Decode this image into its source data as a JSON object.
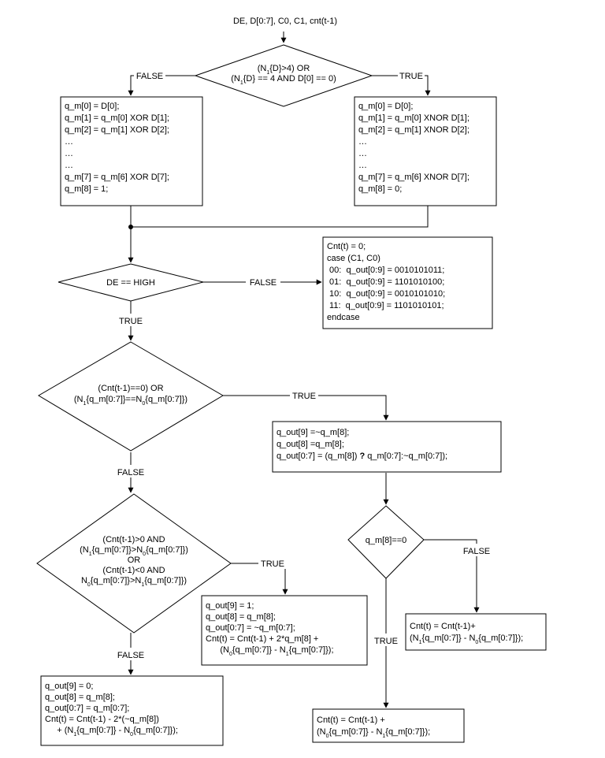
{
  "input_label": "DE, D[0:7], C0, C1, cnt(t-1)",
  "decision1": {
    "lines": [
      [
        {
          "t": "(N"
        },
        {
          "t": "1",
          "sub": true
        },
        {
          "t": "{D}>4) OR"
        }
      ],
      [
        {
          "t": "(N"
        },
        {
          "t": "1",
          "sub": true
        },
        {
          "t": "{D} == 4 AND D[0] == 0)"
        }
      ]
    ],
    "false_label": "FALSE",
    "true_label": "TRUE"
  },
  "box_xor": {
    "lines": [
      "q_m[0] = D[0];",
      "q_m[1] = q_m[0] XOR D[1];",
      "q_m[2] = q_m[1] XOR D[2];",
      "…",
      "…",
      "…",
      "q_m[7] = q_m[6] XOR D[7];",
      "q_m[8] = 1;"
    ]
  },
  "box_xnor": {
    "lines": [
      "q_m[0] = D[0];",
      "q_m[1] = q_m[0] XNOR D[1];",
      "q_m[2] = q_m[1] XNOR D[2];",
      "…",
      "…",
      "…",
      "q_m[7] = q_m[6] XNOR D[7];",
      "q_m[8] = 0;"
    ]
  },
  "decision_de": {
    "label": "DE == HIGH",
    "false_label": "FALSE",
    "true_label": "TRUE"
  },
  "box_control": {
    "lines": [
      "Cnt(t) = 0;",
      "case (C1, C0)",
      " 00:  q_out[0:9] = 0010101011;",
      " 01:  q_out[0:9] = 1101010100;",
      " 10:  q_out[0:9] = 0010101010;",
      " 11:  q_out[0:9] = 1101010101;",
      "endcase"
    ]
  },
  "decision2": {
    "lines": [
      [
        {
          "t": "(Cnt(t-1)==0) OR"
        }
      ],
      [
        {
          "t": "(N"
        },
        {
          "t": "1",
          "sub": true
        },
        {
          "t": "{q_m[0:7]}==N"
        },
        {
          "t": "0",
          "sub": true
        },
        {
          "t": "{q_m[0:7]})"
        }
      ]
    ],
    "true_label": "TRUE",
    "false_label": "FALSE"
  },
  "box_eq": {
    "lines": [
      [
        {
          "t": "q_out[9] =~q_m[8];"
        }
      ],
      [
        {
          "t": "q_out[8] =q_m[8];"
        }
      ],
      [
        {
          "t": "q_out[0:7] = (q_m[8]) "
        },
        {
          "t": "?",
          "bold": true
        },
        {
          "t": " q_m[0:7]:~q_m[0:7]);"
        }
      ]
    ]
  },
  "decision3": {
    "lines": [
      [
        {
          "t": "(Cnt(t-1)>0 AND"
        }
      ],
      [
        {
          "t": "(N"
        },
        {
          "t": "1",
          "sub": true
        },
        {
          "t": "{q_m[0:7]}>N"
        },
        {
          "t": "0",
          "sub": true
        },
        {
          "t": "{q_m[0:7]})"
        }
      ],
      [
        {
          "t": "OR"
        }
      ],
      [
        {
          "t": "(Cnt(t-1)<0 AND"
        }
      ],
      [
        {
          "t": "N"
        },
        {
          "t": "0",
          "sub": true
        },
        {
          "t": "{q_m[0:7]}>N"
        },
        {
          "t": "1",
          "sub": true
        },
        {
          "t": "{q_m[0:7]})"
        }
      ]
    ],
    "true_label": "TRUE",
    "false_label": "FALSE"
  },
  "box_true3": {
    "lines": [
      [
        {
          "t": "q_out[9] = 1;"
        }
      ],
      [
        {
          "t": "q_out[8] = q_m[8];"
        }
      ],
      [
        {
          "t": "q_out[0:7] = ~q_m[0:7];"
        }
      ],
      [
        {
          "t": "Cnt(t) = Cnt(t-1) + 2*q_m[8] +"
        }
      ],
      [
        {
          "t": "      (N"
        },
        {
          "t": "0",
          "sub": true
        },
        {
          "t": "{q_m[0:7]} - N"
        },
        {
          "t": "1",
          "sub": true
        },
        {
          "t": "{q_m[0:7]});"
        }
      ]
    ]
  },
  "box_false3": {
    "lines": [
      [
        {
          "t": "q_out[9] = 0;"
        }
      ],
      [
        {
          "t": "q_out[8] = q_m[8];"
        }
      ],
      [
        {
          "t": "q_out[0:7] = q_m[0:7];"
        }
      ],
      [
        {
          "t": "Cnt(t) = Cnt(t-1) - 2*(~q_m[8])"
        }
      ],
      [
        {
          "t": "     + (N"
        },
        {
          "t": "1",
          "sub": true
        },
        {
          "t": "{q_m[0:7]} - N"
        },
        {
          "t": "0",
          "sub": true
        },
        {
          "t": "{q_m[0:7]});"
        }
      ]
    ]
  },
  "decision4": {
    "label": "q_m[8]==0",
    "true_label": "TRUE",
    "false_label": "FALSE"
  },
  "box_q8_false": {
    "lines": [
      [
        {
          "t": "Cnt(t) = Cnt(t-1)+"
        }
      ],
      [
        {
          "t": "(N"
        },
        {
          "t": "1",
          "sub": true
        },
        {
          "t": "{q_m[0:7]} - N"
        },
        {
          "t": "0",
          "sub": true
        },
        {
          "t": "{q_m[0:7]});"
        }
      ]
    ]
  },
  "box_q8_true": {
    "lines": [
      [
        {
          "t": "Cnt(t) = Cnt(t-1) +"
        }
      ],
      [
        {
          "t": "(N"
        },
        {
          "t": "0",
          "sub": true
        },
        {
          "t": "{q_m[0:7]} - N"
        },
        {
          "t": "1",
          "sub": true
        },
        {
          "t": "{q_m[0:7]});"
        }
      ]
    ]
  }
}
